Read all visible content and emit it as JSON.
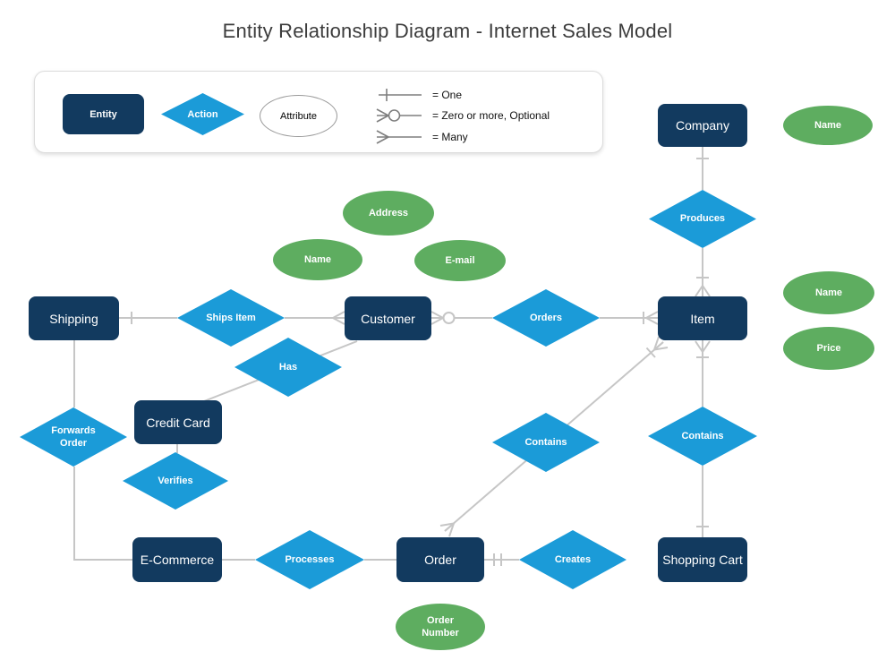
{
  "title": "Entity Relationship Diagram - Internet Sales Model",
  "legend": {
    "entity_label": "Entity",
    "action_label": "Action",
    "attribute_label": "Attribute",
    "symbols": [
      {
        "name": "one",
        "label": "= One"
      },
      {
        "name": "zero-or-more-optional",
        "label": "= Zero or more, Optional"
      },
      {
        "name": "many",
        "label": "= Many"
      }
    ]
  },
  "nodes": {
    "entities": [
      {
        "id": "company",
        "label": "Company"
      },
      {
        "id": "shipping",
        "label": "Shipping"
      },
      {
        "id": "customer",
        "label": "Customer"
      },
      {
        "id": "item",
        "label": "Item"
      },
      {
        "id": "credit-card",
        "label": "Credit Card"
      },
      {
        "id": "e-commerce",
        "label": "E-Commerce"
      },
      {
        "id": "order",
        "label": "Order"
      },
      {
        "id": "shopping-cart",
        "label": "Shopping Cart"
      }
    ],
    "actions": [
      {
        "id": "produces",
        "label": "Produces"
      },
      {
        "id": "ships-item",
        "label": "Ships Item"
      },
      {
        "id": "orders",
        "label": "Orders"
      },
      {
        "id": "has",
        "label": "Has"
      },
      {
        "id": "forwards-order",
        "label": "Forwards Order"
      },
      {
        "id": "verifies",
        "label": "Verifies"
      },
      {
        "id": "contains-item-order",
        "label": "Contains"
      },
      {
        "id": "contains-item-cart",
        "label": "Contains"
      },
      {
        "id": "processes",
        "label": "Processes"
      },
      {
        "id": "creates",
        "label": "Creates"
      }
    ],
    "attributes": [
      {
        "id": "company-name",
        "label": "Name"
      },
      {
        "id": "address",
        "label": "Address"
      },
      {
        "id": "customer-name",
        "label": "Name"
      },
      {
        "id": "email",
        "label": "E-mail"
      },
      {
        "id": "item-name",
        "label": "Name"
      },
      {
        "id": "price",
        "label": "Price"
      },
      {
        "id": "order-number",
        "label": "Order Number"
      }
    ]
  },
  "connections": [
    {
      "from": "Company",
      "via": "Produces",
      "to": "Item",
      "from_end": "one",
      "to_end": "one-and-many"
    },
    {
      "from": "Shipping",
      "via": "Ships Item",
      "to": "Customer",
      "from_end": "one",
      "to_end": "many"
    },
    {
      "from": "Customer",
      "via": "Orders",
      "to": "Item",
      "from_end": "zero-or-more-optional",
      "to_end": "one-and-many"
    },
    {
      "from": "Customer",
      "via": "Has",
      "to": "Credit Card",
      "from_end": "plain",
      "to_end": "plain"
    },
    {
      "from": "Credit Card",
      "via": "Verifies",
      "to": "",
      "from_end": "plain",
      "to_end": ""
    },
    {
      "from": "Shipping",
      "via": "Forwards Order",
      "to": "E-Commerce",
      "from_end": "plain",
      "to_end": "plain"
    },
    {
      "from": "E-Commerce",
      "via": "Processes",
      "to": "Order",
      "from_end": "plain",
      "to_end": "plain"
    },
    {
      "from": "Order",
      "via": "Creates",
      "to": "Shopping Cart",
      "from_end": "one-and-one",
      "to_end": "none"
    },
    {
      "from": "Item",
      "via": "Contains",
      "to": "Shopping Cart",
      "from_end": "one-and-many",
      "to_end": "one"
    },
    {
      "from": "Item",
      "via": "Contains",
      "to": "Order",
      "from_end": "one-and-many",
      "to_end": "many"
    }
  ],
  "colors": {
    "entity_fill": "#123a5f",
    "action_fill": "#1b9bd8",
    "attribute_fill": "#5ead60",
    "connector": "#c6c6c6",
    "legend_symbol": "#7e7e7e",
    "title_text": "#3c3c3c",
    "background": "#ffffff"
  }
}
